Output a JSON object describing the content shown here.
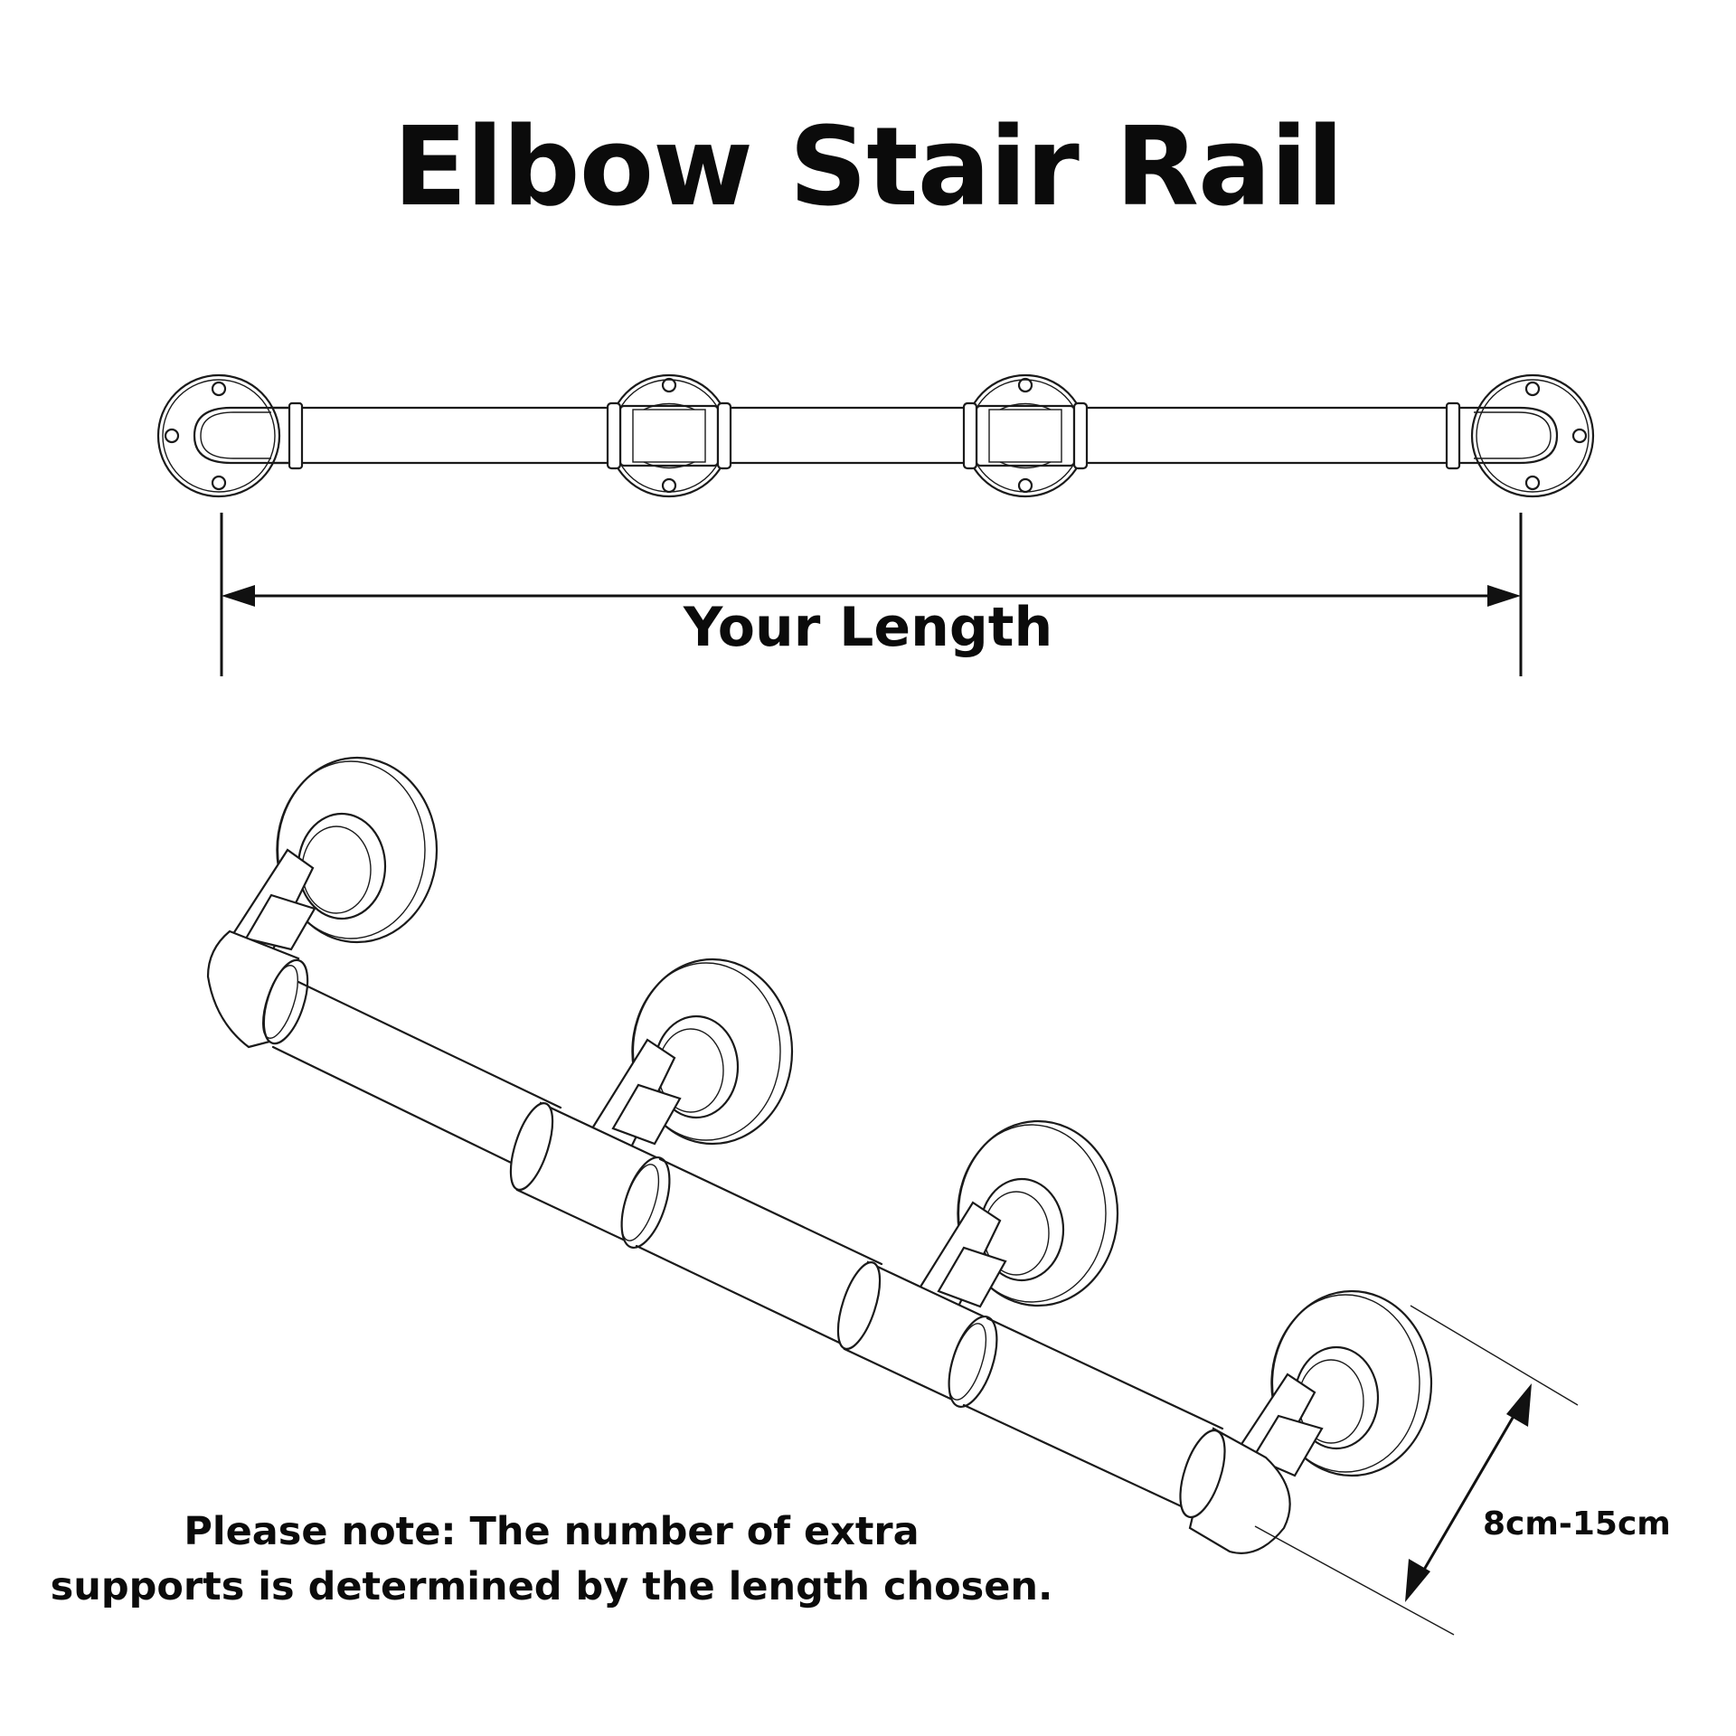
{
  "title": "Elbow Stair Rail",
  "dimension_length_label": "Your Length",
  "dimension_depth_label": "8cm-15cm",
  "note": {
    "line1": "Please note: The number of extra",
    "line2": "supports is determined by the length chosen."
  }
}
